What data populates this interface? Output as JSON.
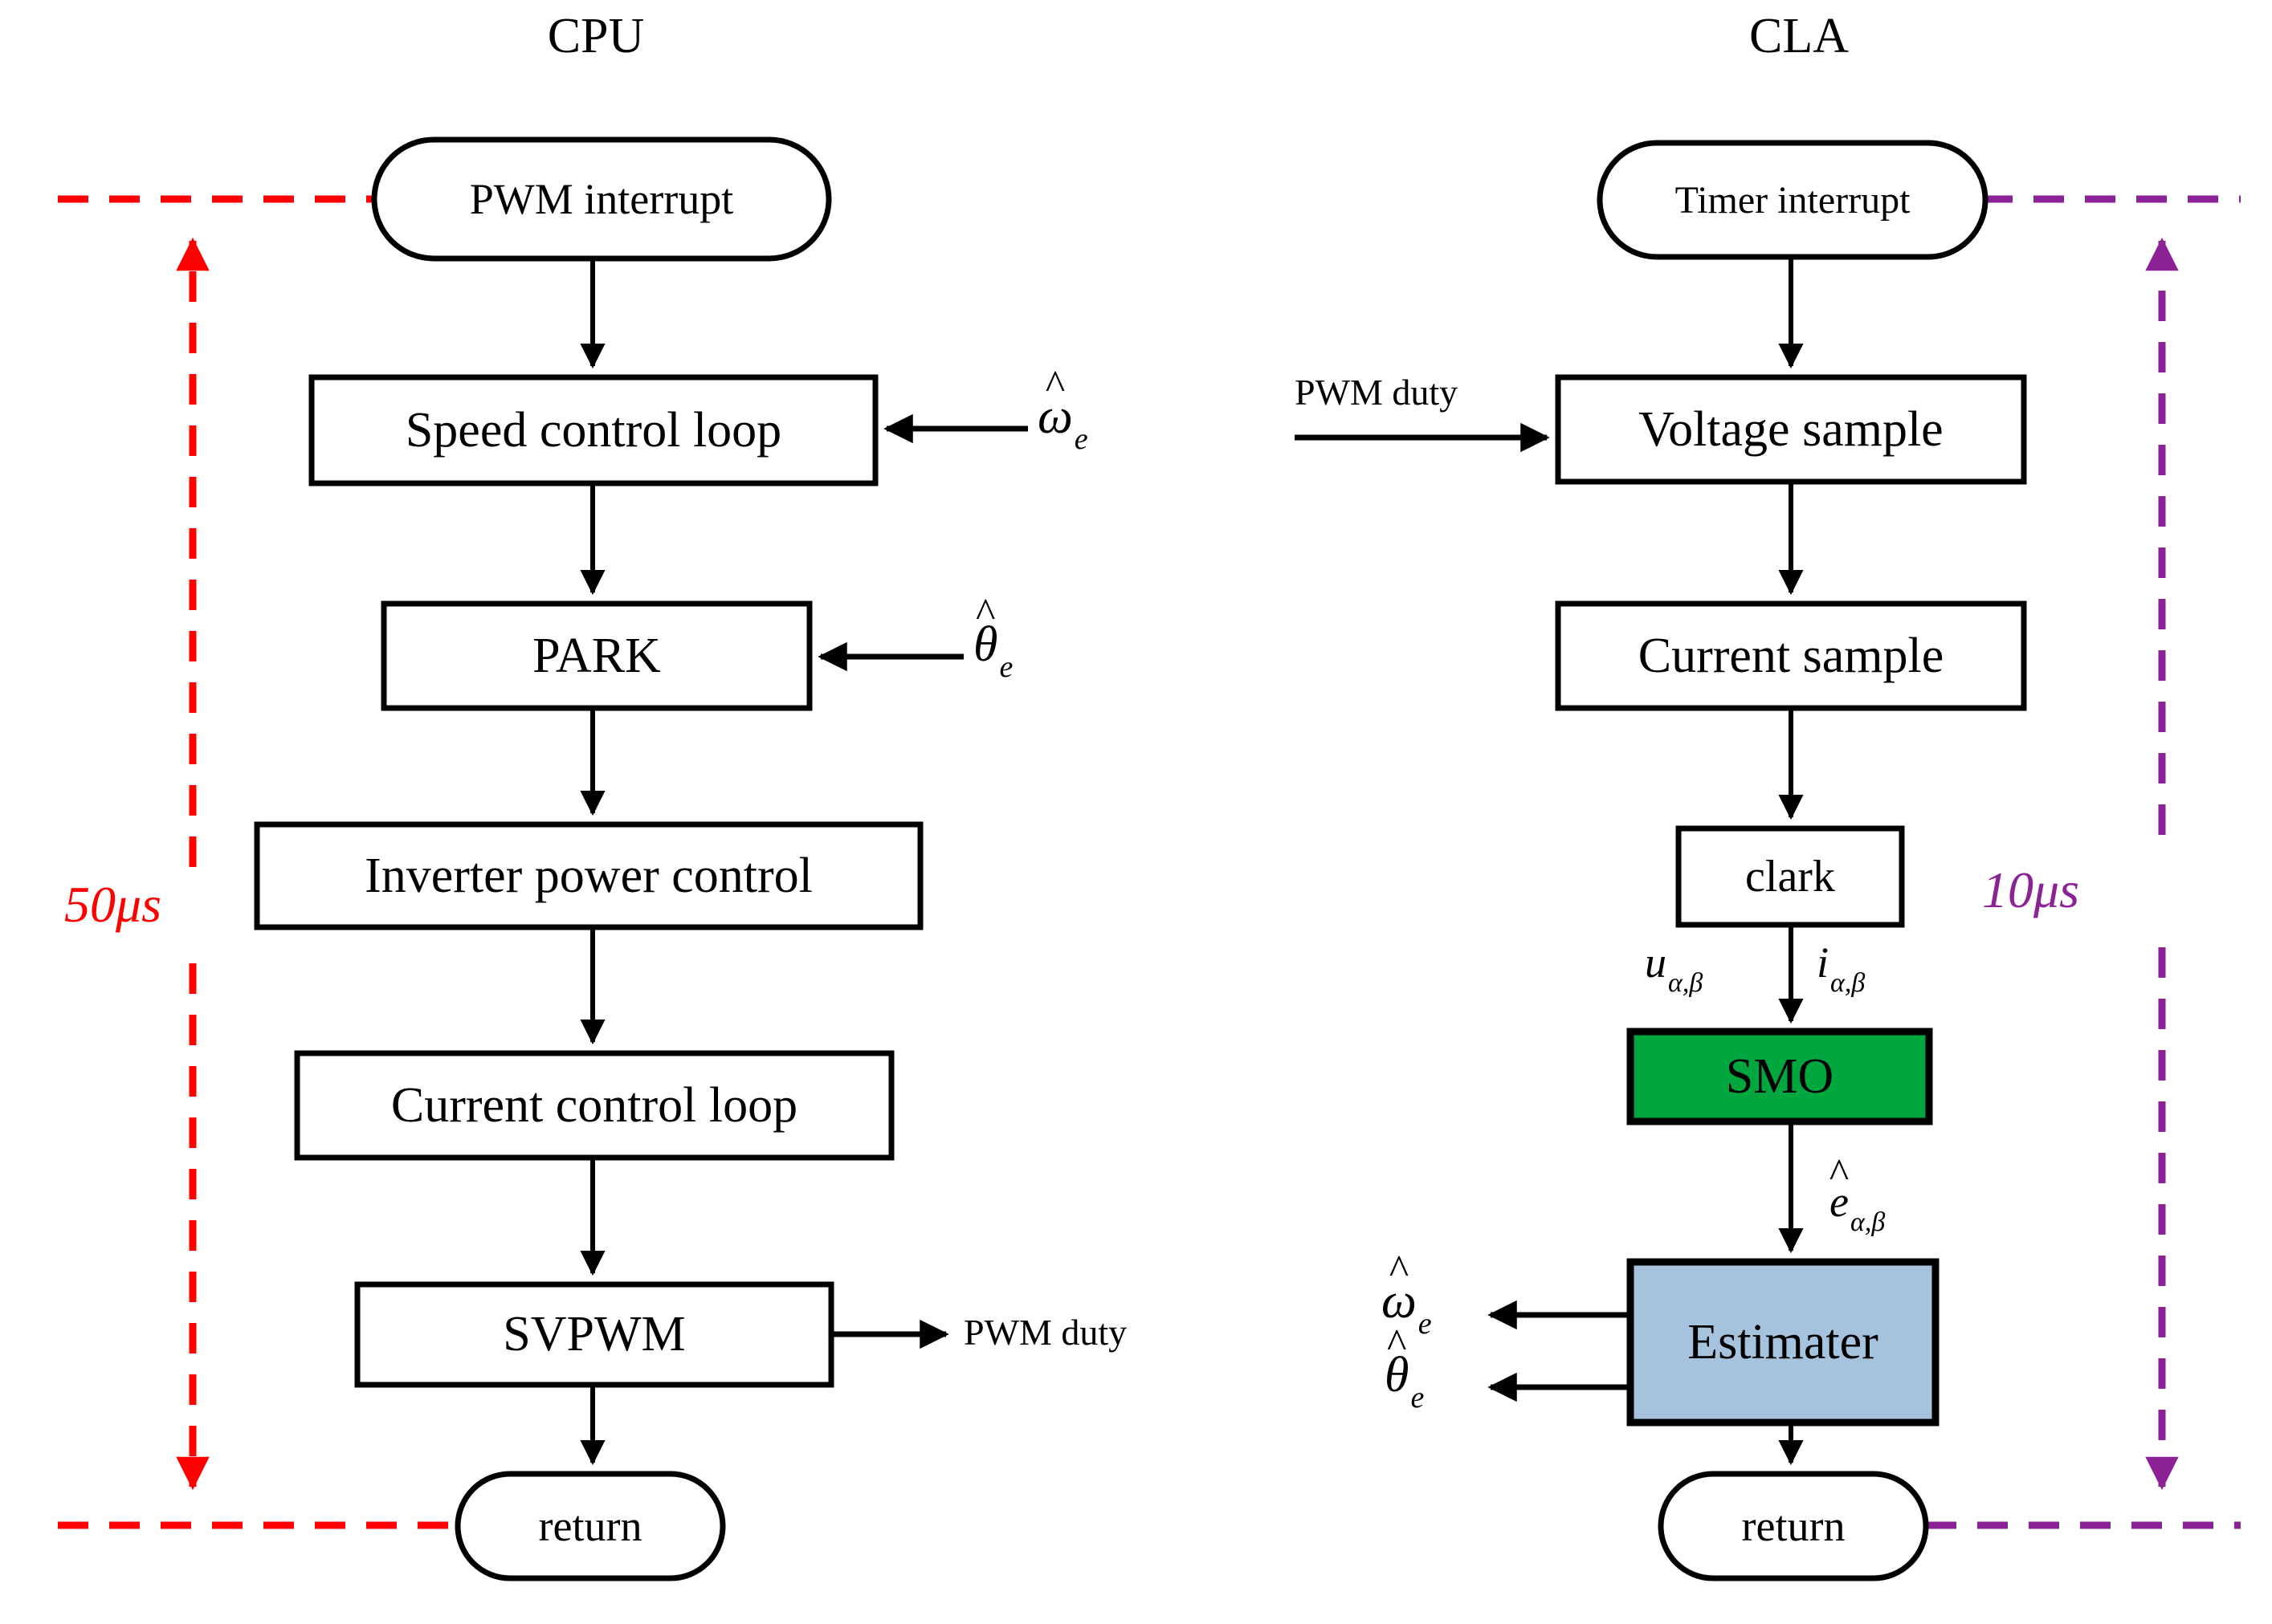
{
  "diagram": {
    "title_cpu": "CPU",
    "title_cla": "CLA",
    "colors": {
      "cpu_timing": "#FF0000",
      "cla_timing": "#8B2295",
      "smo_fill": "#00A63E",
      "estimater_fill": "#A6C3DD",
      "stroke": "#000000",
      "background": "#FFFFFF"
    }
  },
  "cpu": {
    "title": "CPU",
    "timing_label": "50μs",
    "nodes": {
      "start": "PWM interrupt",
      "speed_control": "Speed control loop",
      "park": "PARK",
      "inverter": "Inverter power control",
      "current_control": "Current control loop",
      "svpwm": "SVPWM",
      "end": "return"
    },
    "inputs": {
      "speed_control_input": "ω̂e",
      "park_input": "θ̂e"
    },
    "outputs": {
      "svpwm_output": "PWM duty"
    }
  },
  "cla": {
    "title": "CLA",
    "timing_label": "10μs",
    "nodes": {
      "start": "Timer interrupt",
      "voltage_sample": "Voltage sample",
      "current_sample": "Current sample",
      "clark": "clark",
      "smo": "SMO",
      "estimater": "Estimater",
      "end": "return"
    },
    "inputs": {
      "voltage_sample_input": "PWM duty",
      "smo_input_u": "uα,β",
      "smo_input_i": "iα,β",
      "estimater_input": "êα,β"
    },
    "outputs": {
      "omega_out": "ω̂e",
      "theta_out": "θ̂e"
    }
  }
}
